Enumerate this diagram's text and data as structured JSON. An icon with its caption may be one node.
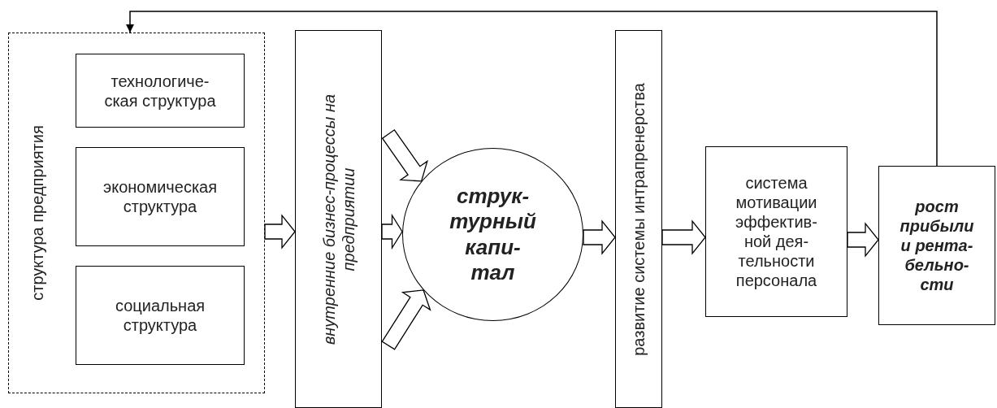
{
  "diagram": {
    "nodes": [
      {
        "text": [
          "структура предприятия"
        ]
      },
      {
        "text": [
          "технологиче- ская структура"
        ],
        "in": 0
      },
      {
        "text": [
          "экономическая структура"
        ],
        "in": 0
      },
      {
        "text": [
          "социальная структура"
        ],
        "in": 0
      },
      {
        "text": [
          "внутренние бизнес-процессы на предприятии"
        ]
      },
      {
        "text": [
          "струк- турный капи- тал"
        ]
      },
      {
        "text": [
          "развитие системы интрапренерства"
        ]
      },
      {
        "text": [
          "система мотивации эффектив- ной дея- тельности персонала"
        ]
      },
      {
        "text": [
          "рост прибыли и рента- бельно- сти"
        ]
      }
    ],
    "edges": [
      {
        "from": 0,
        "to": 4,
        "arrow": "to",
        "style": "thick"
      },
      {
        "from": 4,
        "to": 5,
        "arrow": "to",
        "style": "thick"
      },
      {
        "from": 4,
        "to": 5,
        "arrow": "to",
        "style": "thick"
      },
      {
        "from": 4,
        "to": 5,
        "arrow": "to",
        "style": "thick"
      },
      {
        "from": 5,
        "to": 6,
        "arrow": "to",
        "style": "thick"
      },
      {
        "from": 6,
        "to": 7,
        "arrow": "to",
        "style": "thick"
      },
      {
        "from": 7,
        "to": 8,
        "arrow": "to",
        "style": "thick"
      },
      {
        "from": 8,
        "to": 0,
        "arrow": "to"
      }
    ]
  }
}
